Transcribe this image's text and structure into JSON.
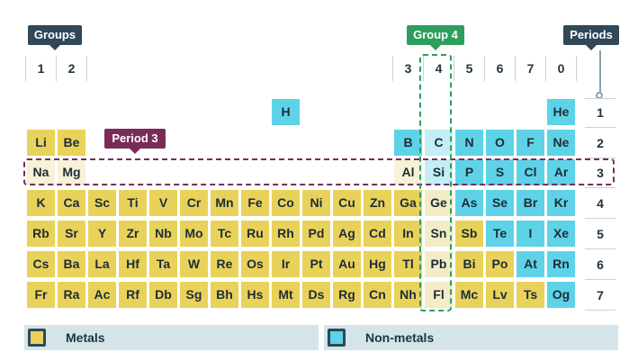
{
  "labels": {
    "groups": "Groups",
    "group4": "Group 4",
    "periods": "Periods",
    "period3": "Period 3"
  },
  "group_numbers": [
    "1",
    "2",
    "3",
    "4",
    "5",
    "6",
    "7",
    "0"
  ],
  "period_numbers": [
    "1",
    "2",
    "3",
    "4",
    "5",
    "6",
    "7"
  ],
  "elements": [
    {
      "s": "H",
      "p": 1,
      "c": 8,
      "t": "nonmetal"
    },
    {
      "s": "He",
      "p": 1,
      "c": 17,
      "t": "nonmetal"
    },
    {
      "s": "Li",
      "p": 2,
      "c": 0,
      "t": "metal"
    },
    {
      "s": "Be",
      "p": 2,
      "c": 1,
      "t": "metal"
    },
    {
      "s": "B",
      "p": 2,
      "c": 12,
      "t": "nonmetal"
    },
    {
      "s": "C",
      "p": 2,
      "c": 13,
      "t": "nonmetal"
    },
    {
      "s": "N",
      "p": 2,
      "c": 14,
      "t": "nonmetal"
    },
    {
      "s": "O",
      "p": 2,
      "c": 15,
      "t": "nonmetal"
    },
    {
      "s": "F",
      "p": 2,
      "c": 16,
      "t": "nonmetal"
    },
    {
      "s": "Ne",
      "p": 2,
      "c": 17,
      "t": "nonmetal"
    },
    {
      "s": "Na",
      "p": 3,
      "c": 0,
      "t": "metal"
    },
    {
      "s": "Mg",
      "p": 3,
      "c": 1,
      "t": "metal"
    },
    {
      "s": "Al",
      "p": 3,
      "c": 12,
      "t": "metal"
    },
    {
      "s": "Si",
      "p": 3,
      "c": 13,
      "t": "nonmetal"
    },
    {
      "s": "P",
      "p": 3,
      "c": 14,
      "t": "nonmetal"
    },
    {
      "s": "S",
      "p": 3,
      "c": 15,
      "t": "nonmetal"
    },
    {
      "s": "Cl",
      "p": 3,
      "c": 16,
      "t": "nonmetal"
    },
    {
      "s": "Ar",
      "p": 3,
      "c": 17,
      "t": "nonmetal"
    },
    {
      "s": "K",
      "p": 4,
      "c": 0,
      "t": "metal"
    },
    {
      "s": "Ca",
      "p": 4,
      "c": 1,
      "t": "metal"
    },
    {
      "s": "Sc",
      "p": 4,
      "c": 2,
      "t": "metal"
    },
    {
      "s": "Ti",
      "p": 4,
      "c": 3,
      "t": "metal"
    },
    {
      "s": "V",
      "p": 4,
      "c": 4,
      "t": "metal"
    },
    {
      "s": "Cr",
      "p": 4,
      "c": 5,
      "t": "metal"
    },
    {
      "s": "Mn",
      "p": 4,
      "c": 6,
      "t": "metal"
    },
    {
      "s": "Fe",
      "p": 4,
      "c": 7,
      "t": "metal"
    },
    {
      "s": "Co",
      "p": 4,
      "c": 8,
      "t": "metal"
    },
    {
      "s": "Ni",
      "p": 4,
      "c": 9,
      "t": "metal"
    },
    {
      "s": "Cu",
      "p": 4,
      "c": 10,
      "t": "metal"
    },
    {
      "s": "Zn",
      "p": 4,
      "c": 11,
      "t": "metal"
    },
    {
      "s": "Ga",
      "p": 4,
      "c": 12,
      "t": "metal"
    },
    {
      "s": "Ge",
      "p": 4,
      "c": 13,
      "t": "metal"
    },
    {
      "s": "As",
      "p": 4,
      "c": 14,
      "t": "nonmetal"
    },
    {
      "s": "Se",
      "p": 4,
      "c": 15,
      "t": "nonmetal"
    },
    {
      "s": "Br",
      "p": 4,
      "c": 16,
      "t": "nonmetal"
    },
    {
      "s": "Kr",
      "p": 4,
      "c": 17,
      "t": "nonmetal"
    },
    {
      "s": "Rb",
      "p": 5,
      "c": 0,
      "t": "metal"
    },
    {
      "s": "Sr",
      "p": 5,
      "c": 1,
      "t": "metal"
    },
    {
      "s": "Y",
      "p": 5,
      "c": 2,
      "t": "metal"
    },
    {
      "s": "Zr",
      "p": 5,
      "c": 3,
      "t": "metal"
    },
    {
      "s": "Nb",
      "p": 5,
      "c": 4,
      "t": "metal"
    },
    {
      "s": "Mo",
      "p": 5,
      "c": 5,
      "t": "metal"
    },
    {
      "s": "Tc",
      "p": 5,
      "c": 6,
      "t": "metal"
    },
    {
      "s": "Ru",
      "p": 5,
      "c": 7,
      "t": "metal"
    },
    {
      "s": "Rh",
      "p": 5,
      "c": 8,
      "t": "metal"
    },
    {
      "s": "Pd",
      "p": 5,
      "c": 9,
      "t": "metal"
    },
    {
      "s": "Ag",
      "p": 5,
      "c": 10,
      "t": "metal"
    },
    {
      "s": "Cd",
      "p": 5,
      "c": 11,
      "t": "metal"
    },
    {
      "s": "In",
      "p": 5,
      "c": 12,
      "t": "metal"
    },
    {
      "s": "Sn",
      "p": 5,
      "c": 13,
      "t": "metal"
    },
    {
      "s": "Sb",
      "p": 5,
      "c": 14,
      "t": "metal"
    },
    {
      "s": "Te",
      "p": 5,
      "c": 15,
      "t": "nonmetal"
    },
    {
      "s": "I",
      "p": 5,
      "c": 16,
      "t": "nonmetal"
    },
    {
      "s": "Xe",
      "p": 5,
      "c": 17,
      "t": "nonmetal"
    },
    {
      "s": "Cs",
      "p": 6,
      "c": 0,
      "t": "metal"
    },
    {
      "s": "Ba",
      "p": 6,
      "c": 1,
      "t": "metal"
    },
    {
      "s": "La",
      "p": 6,
      "c": 2,
      "t": "metal"
    },
    {
      "s": "Hf",
      "p": 6,
      "c": 3,
      "t": "metal"
    },
    {
      "s": "Ta",
      "p": 6,
      "c": 4,
      "t": "metal"
    },
    {
      "s": "W",
      "p": 6,
      "c": 5,
      "t": "metal"
    },
    {
      "s": "Re",
      "p": 6,
      "c": 6,
      "t": "metal"
    },
    {
      "s": "Os",
      "p": 6,
      "c": 7,
      "t": "metal"
    },
    {
      "s": "Ir",
      "p": 6,
      "c": 8,
      "t": "metal"
    },
    {
      "s": "Pt",
      "p": 6,
      "c": 9,
      "t": "metal"
    },
    {
      "s": "Au",
      "p": 6,
      "c": 10,
      "t": "metal"
    },
    {
      "s": "Hg",
      "p": 6,
      "c": 11,
      "t": "metal"
    },
    {
      "s": "Tl",
      "p": 6,
      "c": 12,
      "t": "metal"
    },
    {
      "s": "Pb",
      "p": 6,
      "c": 13,
      "t": "metal"
    },
    {
      "s": "Bi",
      "p": 6,
      "c": 14,
      "t": "metal"
    },
    {
      "s": "Po",
      "p": 6,
      "c": 15,
      "t": "metal"
    },
    {
      "s": "At",
      "p": 6,
      "c": 16,
      "t": "nonmetal"
    },
    {
      "s": "Rn",
      "p": 6,
      "c": 17,
      "t": "nonmetal"
    },
    {
      "s": "Fr",
      "p": 7,
      "c": 0,
      "t": "metal"
    },
    {
      "s": "Ra",
      "p": 7,
      "c": 1,
      "t": "metal"
    },
    {
      "s": "Ac",
      "p": 7,
      "c": 2,
      "t": "metal"
    },
    {
      "s": "Rf",
      "p": 7,
      "c": 3,
      "t": "metal"
    },
    {
      "s": "Db",
      "p": 7,
      "c": 4,
      "t": "metal"
    },
    {
      "s": "Sg",
      "p": 7,
      "c": 5,
      "t": "metal"
    },
    {
      "s": "Bh",
      "p": 7,
      "c": 6,
      "t": "metal"
    },
    {
      "s": "Hs",
      "p": 7,
      "c": 7,
      "t": "metal"
    },
    {
      "s": "Mt",
      "p": 7,
      "c": 8,
      "t": "metal"
    },
    {
      "s": "Ds",
      "p": 7,
      "c": 9,
      "t": "metal"
    },
    {
      "s": "Rg",
      "p": 7,
      "c": 10,
      "t": "metal"
    },
    {
      "s": "Cn",
      "p": 7,
      "c": 11,
      "t": "metal"
    },
    {
      "s": "Nh",
      "p": 7,
      "c": 12,
      "t": "metal"
    },
    {
      "s": "Fl",
      "p": 7,
      "c": 13,
      "t": "metal"
    },
    {
      "s": "Mc",
      "p": 7,
      "c": 14,
      "t": "metal"
    },
    {
      "s": "Lv",
      "p": 7,
      "c": 15,
      "t": "metal"
    },
    {
      "s": "Ts",
      "p": 7,
      "c": 16,
      "t": "metal"
    },
    {
      "s": "Og",
      "p": 7,
      "c": 17,
      "t": "nonmetal"
    }
  ],
  "legend": {
    "metals": "Metals",
    "nonmetals": "Non-metals"
  },
  "colors": {
    "metal": "#e9d25a",
    "nonmetal": "#5ed3e8",
    "group4_highlight": "#2e9e5c",
    "period3_highlight": "#7a2c59"
  }
}
